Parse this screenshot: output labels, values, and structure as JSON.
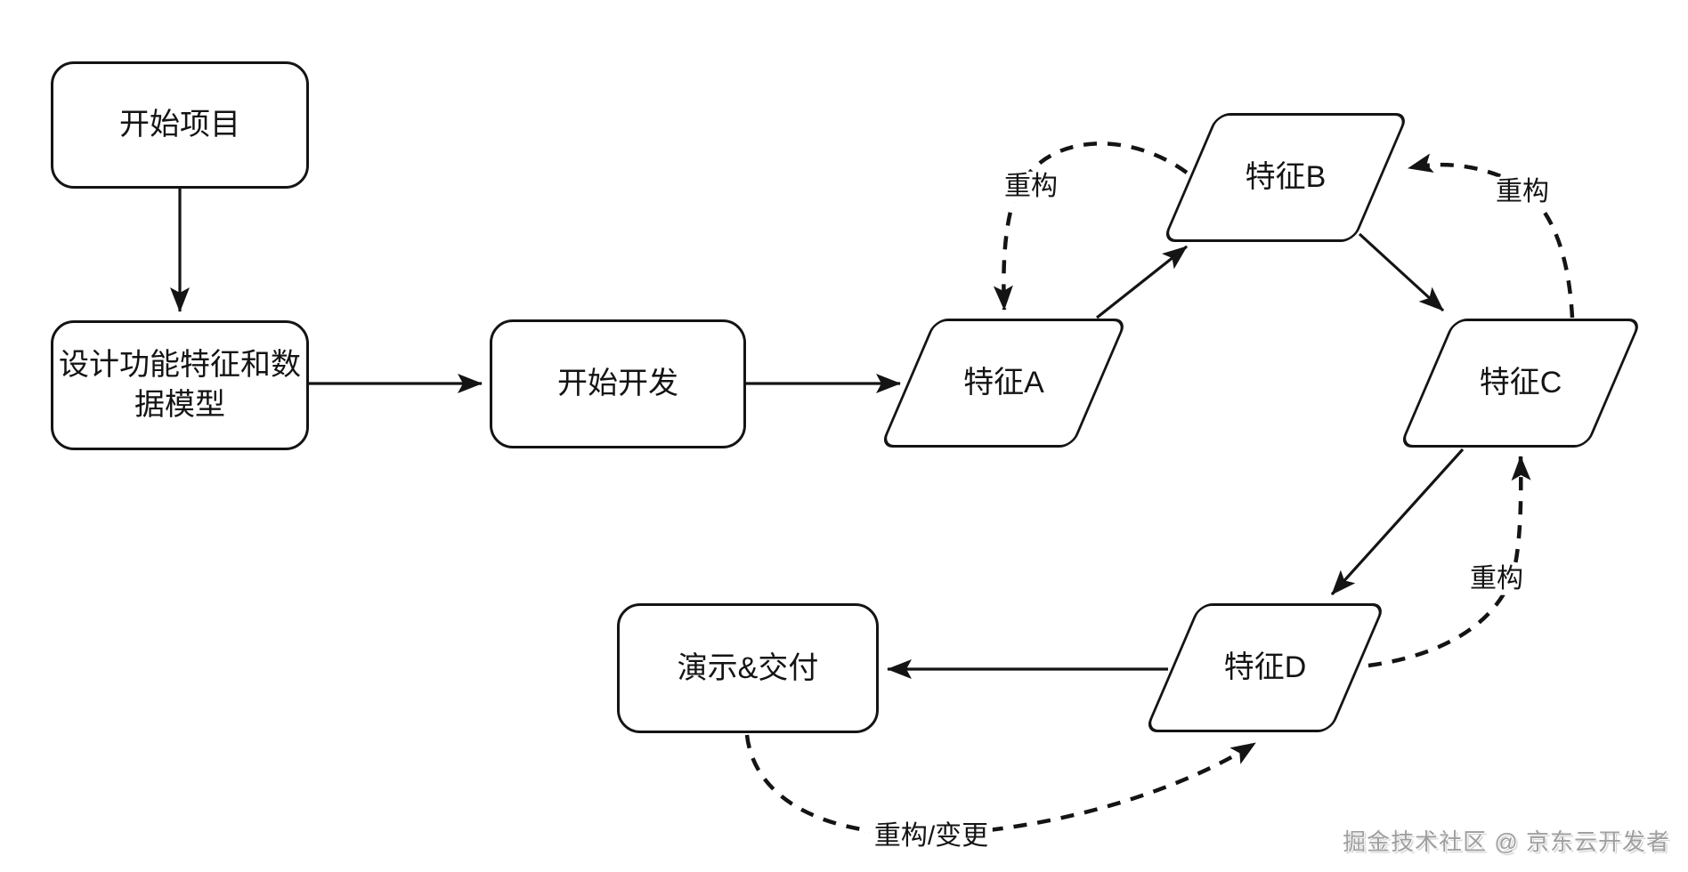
{
  "colors": {
    "background": "#ffffff",
    "stroke": "#141414",
    "text": "#141414",
    "watermark_text": "#9f9f9f"
  },
  "nodes": {
    "start_project": {
      "label": "开始项目",
      "shape": "rounded-rect"
    },
    "design_model": {
      "label": "设计功能特征和数据模型",
      "shape": "rounded-rect"
    },
    "start_dev": {
      "label": "开始开发",
      "shape": "rounded-rect"
    },
    "feature_a": {
      "label": "特征A",
      "shape": "parallelogram"
    },
    "feature_b": {
      "label": "特征B",
      "shape": "parallelogram"
    },
    "feature_c": {
      "label": "特征C",
      "shape": "parallelogram"
    },
    "feature_d": {
      "label": "特征D",
      "shape": "parallelogram"
    },
    "demo_deliver": {
      "label": "演示&交付",
      "shape": "rounded-rect"
    }
  },
  "edge_labels": {
    "refactor_b_to_a": "重构",
    "refactor_c_to_b": "重构",
    "refactor_d_to_c": "重构",
    "refactor_change": "重构/变更"
  },
  "edges": [
    {
      "from": "start_project",
      "to": "design_model",
      "style": "solid",
      "label": ""
    },
    {
      "from": "design_model",
      "to": "start_dev",
      "style": "solid",
      "label": ""
    },
    {
      "from": "start_dev",
      "to": "feature_a",
      "style": "solid",
      "label": ""
    },
    {
      "from": "feature_a",
      "to": "feature_b",
      "style": "solid",
      "label": ""
    },
    {
      "from": "feature_b",
      "to": "feature_c",
      "style": "solid",
      "label": ""
    },
    {
      "from": "feature_c",
      "to": "feature_d",
      "style": "solid",
      "label": ""
    },
    {
      "from": "feature_d",
      "to": "demo_deliver",
      "style": "solid",
      "label": ""
    },
    {
      "from": "feature_b",
      "to": "feature_a",
      "style": "dashed",
      "label": "重构"
    },
    {
      "from": "feature_c",
      "to": "feature_b",
      "style": "dashed",
      "label": "重构"
    },
    {
      "from": "feature_d",
      "to": "feature_c",
      "style": "dashed",
      "label": "重构"
    },
    {
      "from": "demo_deliver",
      "to": "feature_d",
      "style": "dashed",
      "label": "重构/变更"
    }
  ],
  "watermark": {
    "text": "掘金技术社区 @ 京东云开发者"
  }
}
